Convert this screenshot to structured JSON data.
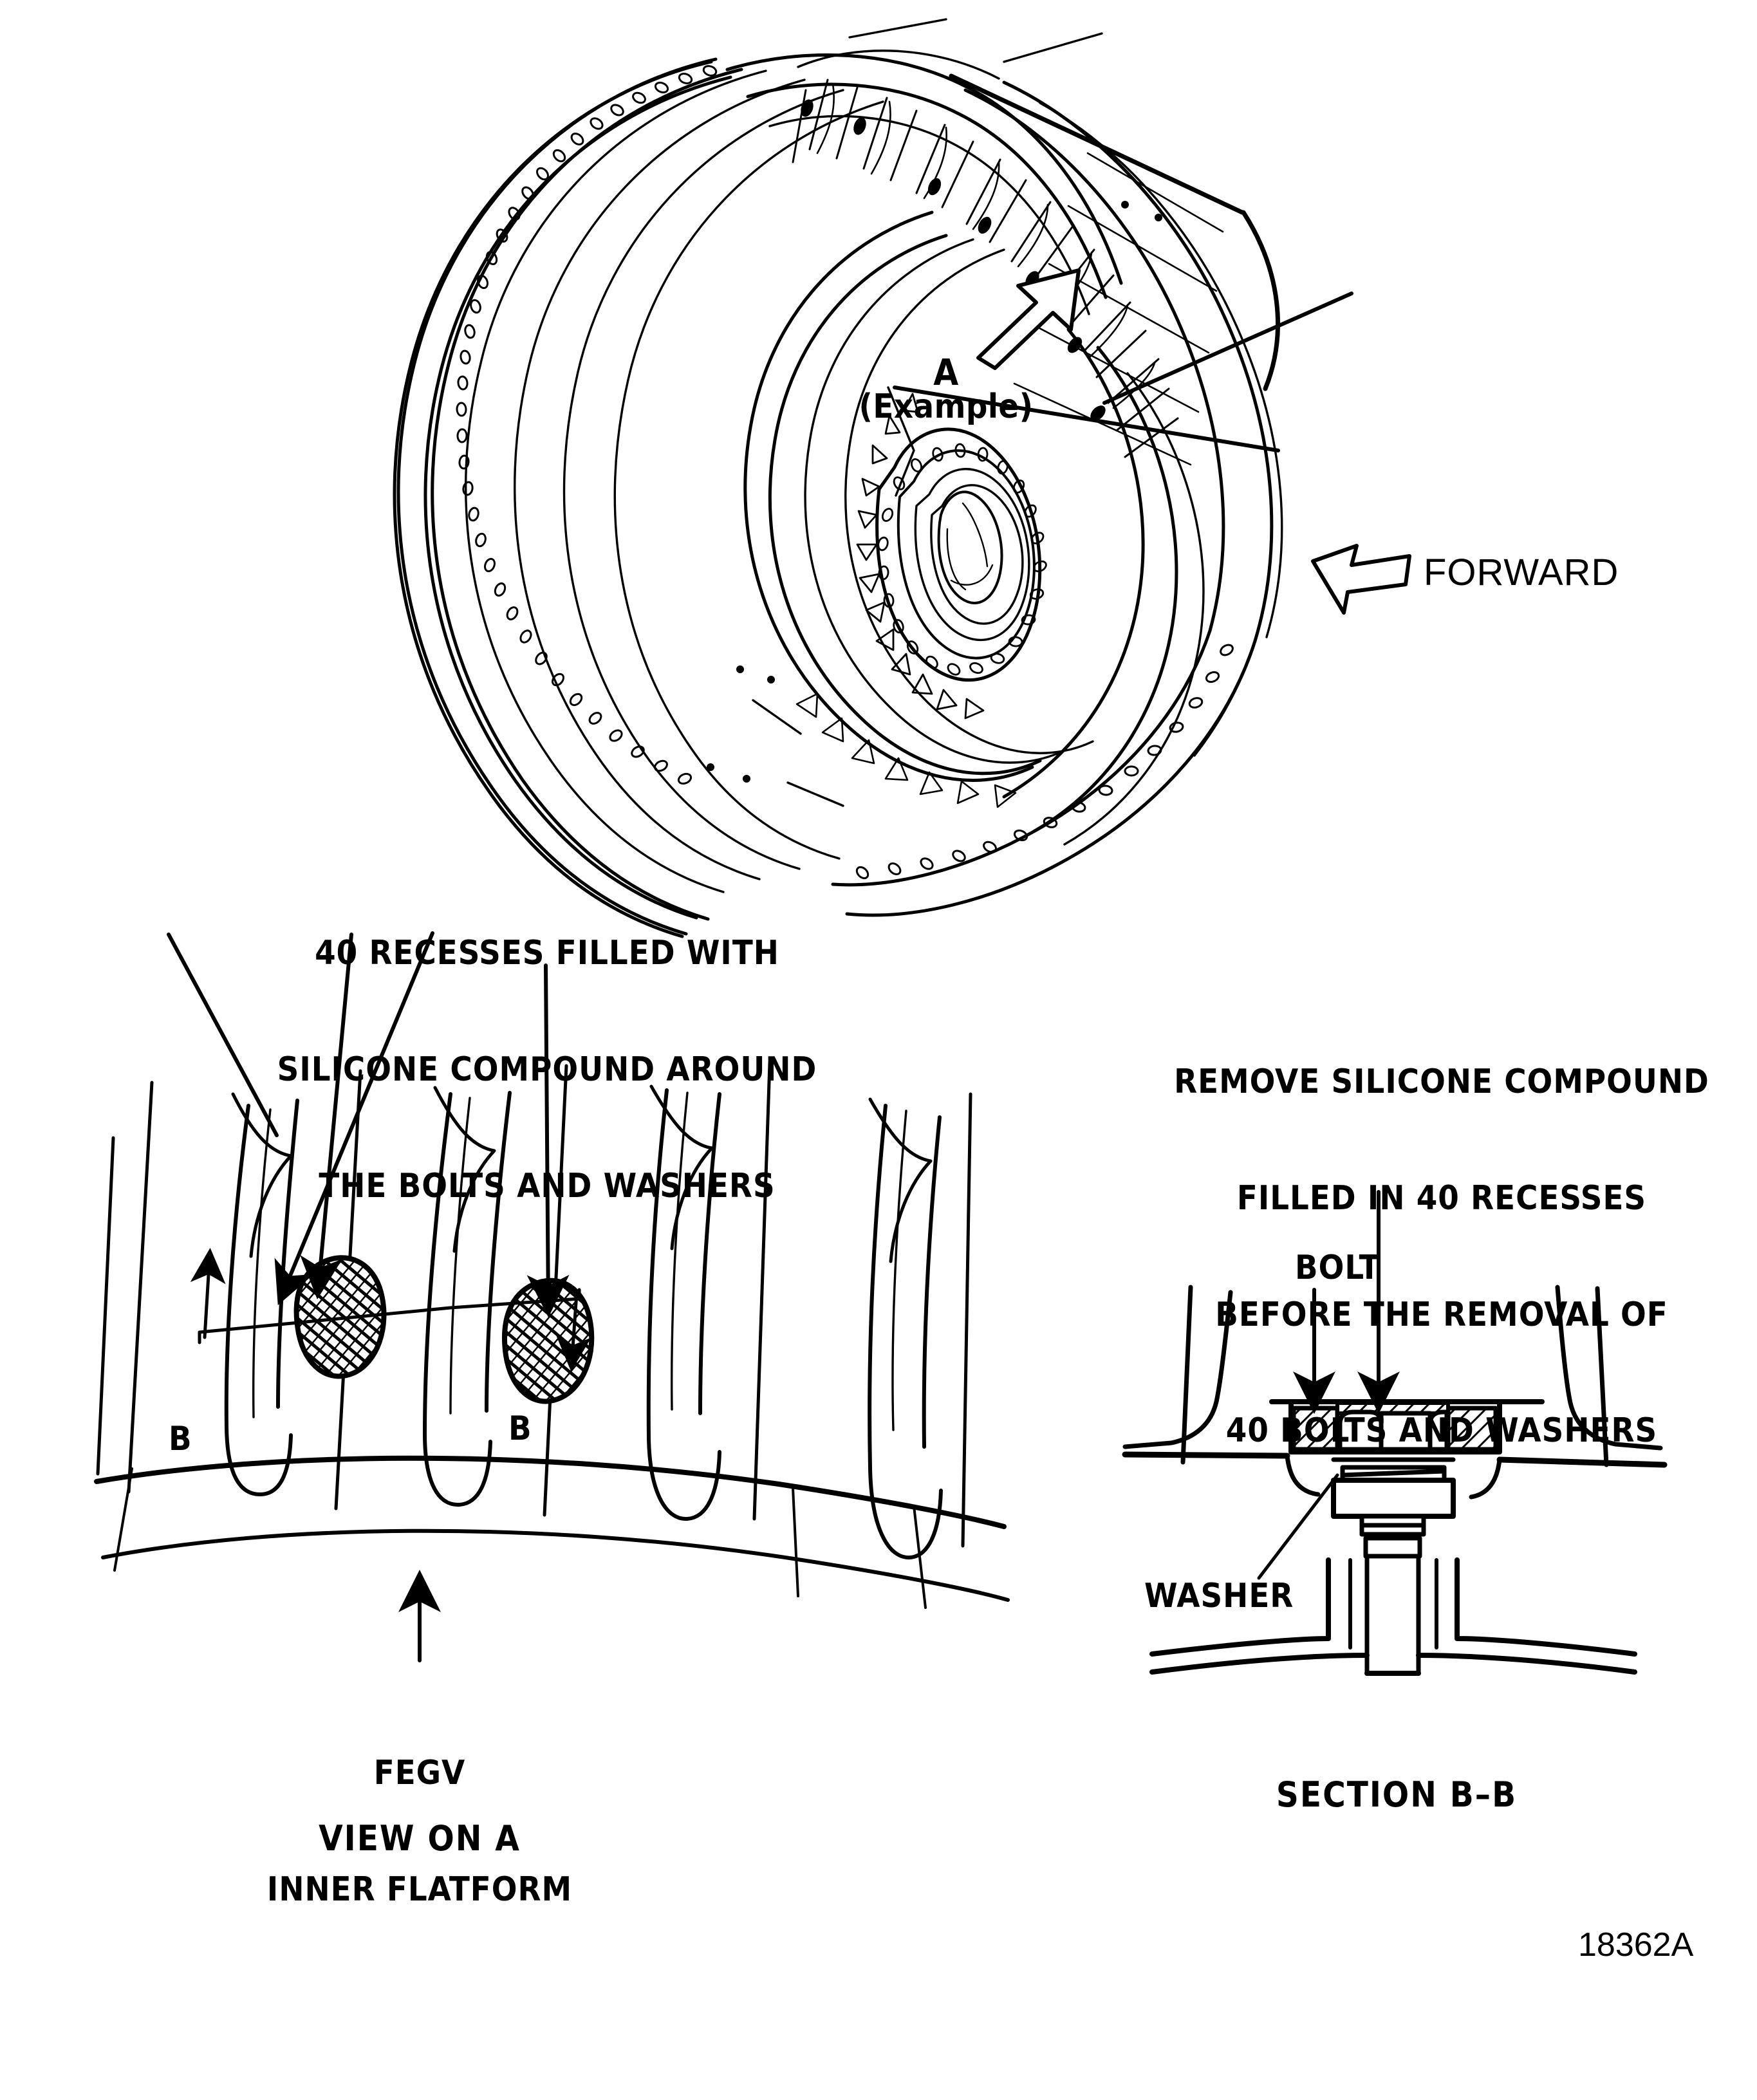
{
  "figure": {
    "drawing_number": "18362A",
    "subject": "FEGV inner platform silicone-filled bolt recesses"
  },
  "orientation": {
    "forward_label": "FORWARD",
    "forward_arrow_icon": "hollow-arrow-left"
  },
  "isometric_view": {
    "view_marker": "A",
    "view_marker_qualifier": "(Example)",
    "view_arrow_icon": "hollow-arrow-up-right"
  },
  "view_on_a": {
    "title": "VIEW ON A",
    "callout_lines": [
      "40 RECESSES FILLED WITH",
      "SILICONE COMPOUND AROUND",
      "THE BOLTS AND WASHERS"
    ],
    "platform_label_lines": [
      "FEGV",
      "INNER FLATFORM"
    ],
    "section_marks": [
      {
        "label": "B"
      },
      {
        "label": "B"
      }
    ],
    "recess_count_visible": 2
  },
  "section_bb": {
    "title": "SECTION B–B",
    "warning_lines": [
      "REMOVE SILICONE COMPOUND",
      "FILLED IN 40 RECESSES",
      "BEFORE THE REMOVAL OF",
      "40 BOLTS AND WASHERS"
    ],
    "part_labels": [
      {
        "name": "bolt",
        "text": "BOLT"
      },
      {
        "name": "washer",
        "text": "WASHER"
      }
    ]
  },
  "colors": {
    "ink": "#000000",
    "paper": "#ffffff"
  }
}
